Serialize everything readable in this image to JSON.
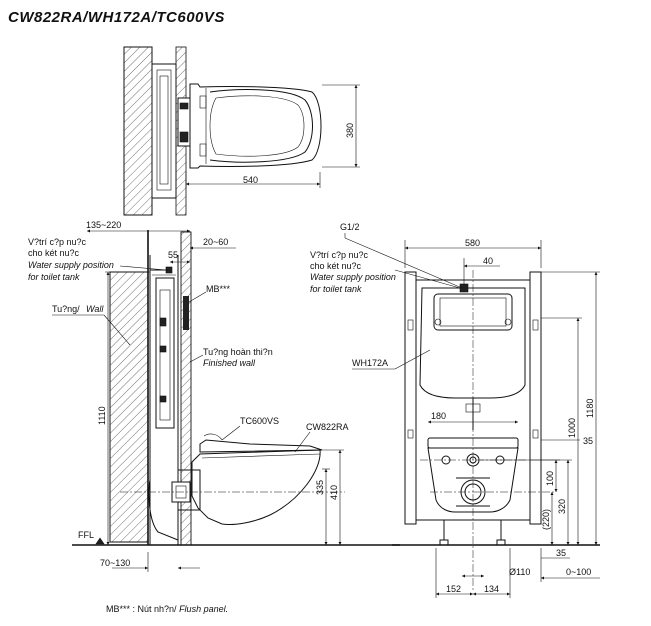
{
  "title": "CW822RA/WH172A/TC600VS",
  "top_view": {
    "dim_width": "540",
    "dim_depth": "380"
  },
  "side_view": {
    "dim_wall_range": "135~220",
    "dim_panel_range": "20~60",
    "dim_55": "55",
    "dim_height": "1110",
    "dim_335": "335",
    "dim_410": "410",
    "dim_floor_range": "70~130",
    "label_water_vi_1": "V?trí c?p nu?c",
    "label_water_vi_2": "cho két nu?c",
    "label_water_en_1": "Water supply position",
    "label_water_en_2": "for toilet tank",
    "label_mb": "MB***",
    "label_wall_vi": "Tu?ng/",
    "label_wall_en": "Wall",
    "label_finished_vi": "Tu?ng hoàn thi?n",
    "label_finished_en": "Finished wall",
    "label_seat": "TC600VS",
    "label_bowl": "CW822RA",
    "label_ffl": "FFL"
  },
  "front_view": {
    "label_g12": "G1/2",
    "label_water_vi_1": "V?trí c?p nu?c",
    "label_water_vi_2": "cho két nu?c",
    "label_water_en_1": "Water supply position",
    "label_water_en_2": "for toilet tank",
    "label_frame": "WH172A",
    "dim_580": "580",
    "dim_40": "40",
    "dim_180": "180",
    "dim_1180": "1180",
    "dim_1000": "1000",
    "dim_100": "100",
    "dim_320": "320",
    "dim_220": "(220)",
    "dim_35a": "35",
    "dim_35b": "35",
    "dim_110": "Ø110",
    "dim_0_100": "0~100",
    "dim_152": "152",
    "dim_134": "134"
  },
  "footnote": {
    "vi": "MB*** : Nút nh?n/",
    "en": "Flush panel."
  }
}
